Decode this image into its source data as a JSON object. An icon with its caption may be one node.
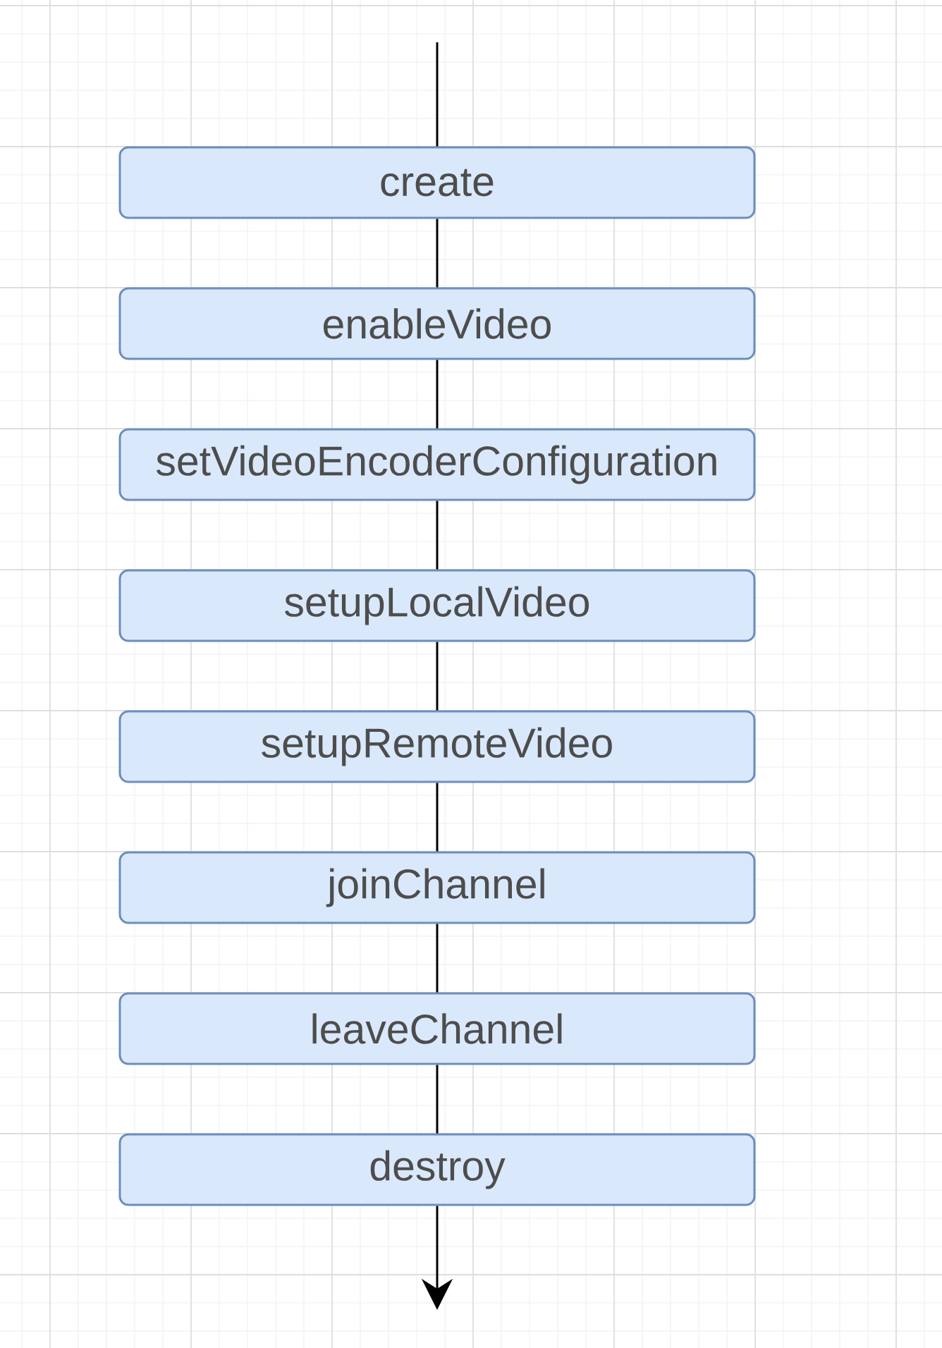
{
  "diagram": {
    "nodes": [
      {
        "text": [
          "create"
        ]
      },
      {
        "text": [
          "enableVideo"
        ]
      },
      {
        "text": [
          "setVideoEncoderConfiguration"
        ]
      },
      {
        "text": [
          "setupLocalVideo"
        ]
      },
      {
        "text": [
          "setupRemoteVideo"
        ]
      },
      {
        "text": [
          "joinChannel"
        ]
      },
      {
        "text": [
          "leaveChannel"
        ]
      },
      {
        "text": [
          "destroy"
        ]
      }
    ],
    "edges": [
      {
        "from": null,
        "to": 0,
        "arrow": "none"
      },
      {
        "from": 0,
        "to": 1,
        "arrow": "none"
      },
      {
        "from": 1,
        "to": 2,
        "arrow": "none"
      },
      {
        "from": 2,
        "to": 3,
        "arrow": "none"
      },
      {
        "from": 3,
        "to": 4,
        "arrow": "none"
      },
      {
        "from": 4,
        "to": 5,
        "arrow": "none"
      },
      {
        "from": 5,
        "to": 6,
        "arrow": "none"
      },
      {
        "from": 6,
        "to": 7,
        "arrow": "none"
      },
      {
        "from": 7,
        "to": null,
        "arrow": "to"
      }
    ]
  }
}
